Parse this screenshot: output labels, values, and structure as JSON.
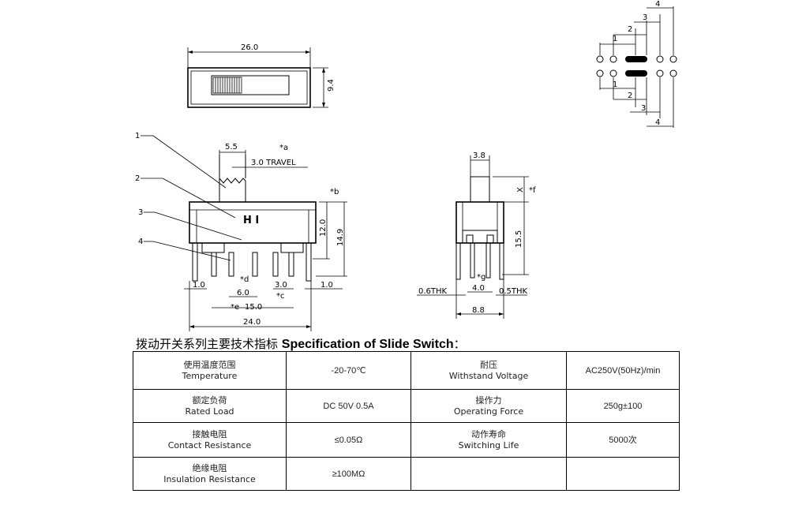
{
  "drawing": {
    "top_view": {
      "width": "26.0",
      "height": "9.4"
    },
    "pin_layout": {
      "dims": [
        "4",
        "3",
        "2",
        "1",
        "1",
        "2",
        "3",
        "4"
      ]
    },
    "front_view": {
      "callouts": [
        "1",
        "2",
        "3",
        "4"
      ],
      "dims": {
        "actuator": "5.5",
        "travel": "3.0 TRAVEL",
        "a": "*a",
        "b": "*b",
        "height_body": "12.0",
        "height_total": "14.9",
        "left_margin": "1.0",
        "right_margin": "1.0",
        "pitch_6": "6.0",
        "pitch_3": "3.0",
        "d": "*d",
        "c": "*c",
        "e": "*e",
        "pitch_15": "15.0",
        "width_24": "24.0"
      },
      "body_mark": "H I"
    },
    "side_view": {
      "dims": {
        "actuator": "3.8",
        "x": "X",
        "f": "*f",
        "height": "15.5",
        "g": "*g",
        "pin_pitch": "4.0",
        "left_thk": "0.6THK",
        "right_thk": "0.5THK",
        "width": "8.8"
      }
    }
  },
  "spec": {
    "title_cn": "拨动开关系列主要技术指标",
    "title_en": "Specification of Slide Switch",
    "title_colon": "：",
    "rows": [
      {
        "l1_cn": "使用温度范围",
        "l1_en": "Temperature",
        "v1": "-20-70℃",
        "l2_cn": "耐压",
        "l2_en": "Withstand Voltage",
        "v2": "AC250V(50Hz)/min"
      },
      {
        "l1_cn": "额定负荷",
        "l1_en": "Rated Load",
        "v1": "DC 50V 0.5A",
        "l2_cn": "操作力",
        "l2_en": "Operating Force",
        "v2": "250g±100"
      },
      {
        "l1_cn": "接触电阻",
        "l1_en": "Contact Resistance",
        "v1": "≤0.05Ω",
        "l2_cn": "动作寿命",
        "l2_en": "Switching Life",
        "v2": "5000次"
      },
      {
        "l1_cn": "绝缘电阻",
        "l1_en": "Insulation Resistance",
        "v1": "≥100MΩ",
        "l2_cn": "",
        "l2_en": "",
        "v2": ""
      }
    ]
  }
}
